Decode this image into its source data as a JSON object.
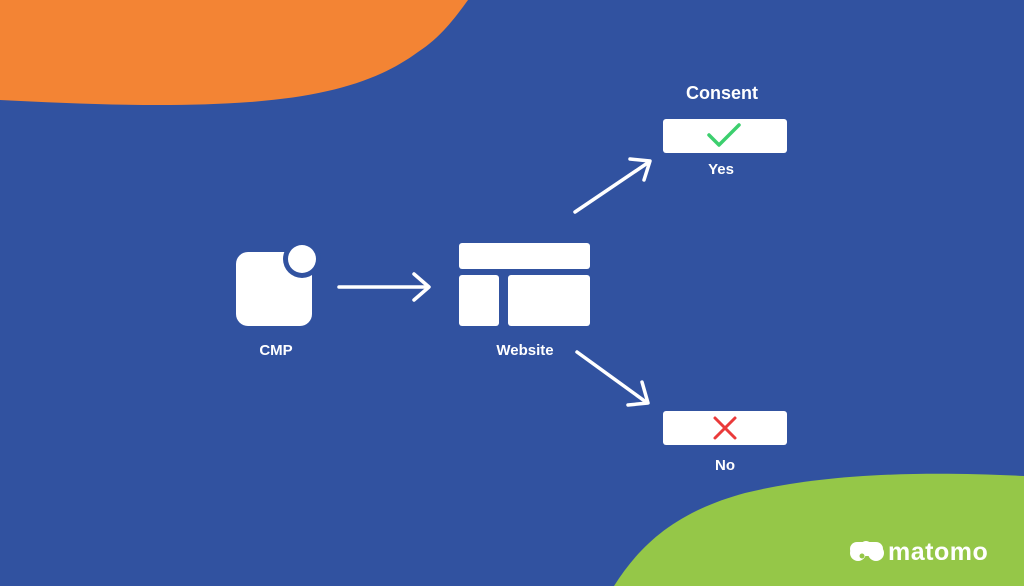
{
  "colors": {
    "background": "#3152a0",
    "orange_blob": "#f38434",
    "green_blob": "#95c748",
    "white": "#ffffff",
    "check": "#3ccf6e",
    "cross": "#ea3a3a"
  },
  "diagram": {
    "nodes": {
      "cmp": {
        "label": "CMP",
        "icon": "app-notification-icon"
      },
      "website": {
        "label": "Website",
        "icon": "website-layout-icon"
      },
      "consent": {
        "heading": "Consent"
      },
      "yes": {
        "label": "Yes",
        "icon": "check-icon"
      },
      "no": {
        "label": "No",
        "icon": "cross-icon"
      }
    },
    "edges": [
      {
        "from": "cmp",
        "to": "website"
      },
      {
        "from": "website",
        "to": "yes"
      },
      {
        "from": "website",
        "to": "no"
      }
    ]
  },
  "brand": {
    "logo_text": "matomo",
    "icon": "matomo-logo-icon"
  }
}
